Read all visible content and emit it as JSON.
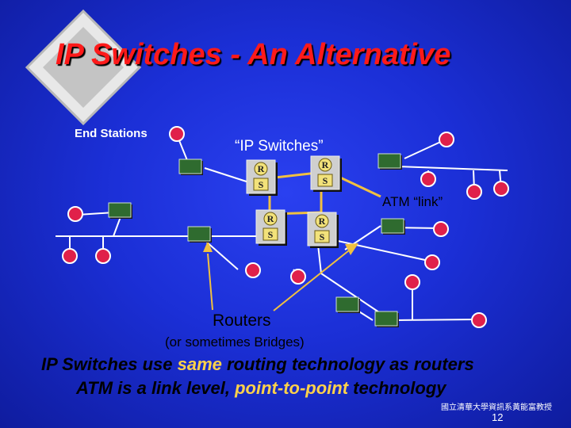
{
  "slide": {
    "title": "IP Switches - An Alternative",
    "labels": {
      "end_stations": "End Stations",
      "ip_switches": "“IP Switches”",
      "atm_link": "ATM “link”",
      "routers": "Routers",
      "routers_note": "(or sometimes Bridges)"
    },
    "body": {
      "line1_pre": "IP Switches use ",
      "line1_hl": "same",
      "line1_post": " routing technology as routers",
      "line2_pre": "ATM is a link level, ",
      "line2_hl": "point-to-point",
      "line2_post": " technology"
    },
    "footer": {
      "institution": "國立清華大學資訊系黃能富教授",
      "page_number": "12"
    },
    "switch_letters": {
      "top": "R",
      "bottom": "S"
    },
    "icons": [
      "end-station-icon",
      "router-icon",
      "ip-switch-icon"
    ],
    "colors": {
      "background": "#1b2fd6",
      "title": "#ff1a1a",
      "highlight": "#ffd24a",
      "end_station": "#e0204a",
      "router": "#2f6b2f",
      "switch": "#f2e27a",
      "link": "#f0c040"
    }
  }
}
